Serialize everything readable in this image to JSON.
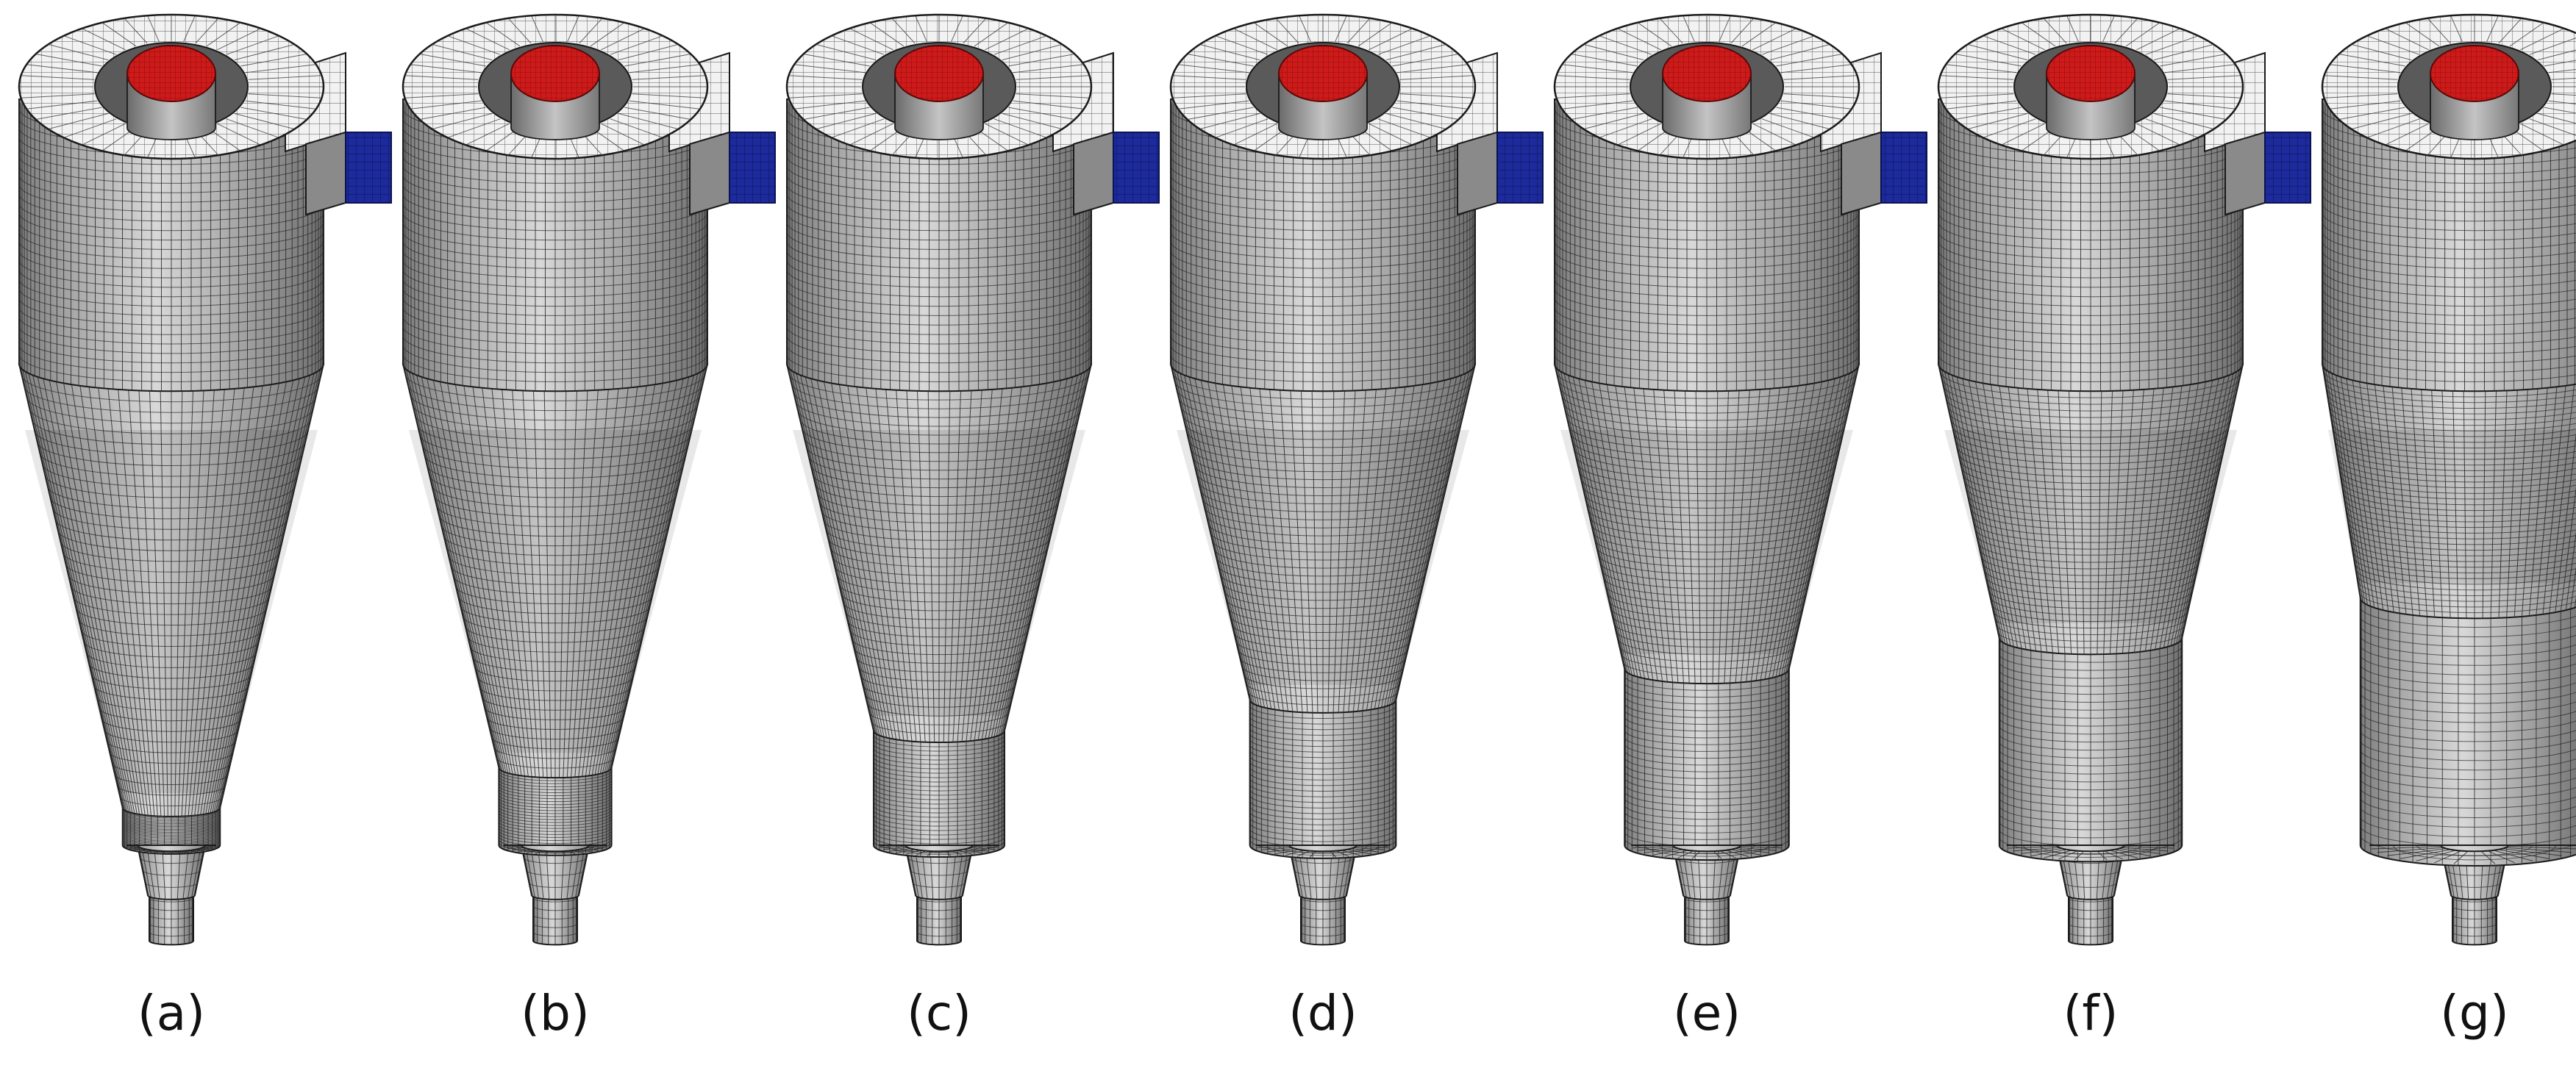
{
  "figure": {
    "panels": [
      {
        "label": "(a)",
        "cone_ratio": 0.95,
        "dip_ratio": 0.32
      },
      {
        "label": "(b)",
        "cone_ratio": 0.82,
        "dip_ratio": 0.37
      },
      {
        "label": "(c)",
        "cone_ratio": 0.7,
        "dip_ratio": 0.43
      },
      {
        "label": "(d)",
        "cone_ratio": 0.6,
        "dip_ratio": 0.48
      },
      {
        "label": "(e)",
        "cone_ratio": 0.5,
        "dip_ratio": 0.54
      },
      {
        "label": "(f)",
        "cone_ratio": 0.4,
        "dip_ratio": 0.6
      },
      {
        "label": "(g)",
        "cone_ratio": 0.27,
        "dip_ratio": 0.75
      }
    ],
    "colors": {
      "mesh_body": "#a9a9a9",
      "mesh_light": "#d8d8d8",
      "mesh_top": "#f2f2f2",
      "mesh_line": "#2a2a2a",
      "outlet": "#cf1a1a",
      "inlet": "#1c2a9c"
    }
  }
}
